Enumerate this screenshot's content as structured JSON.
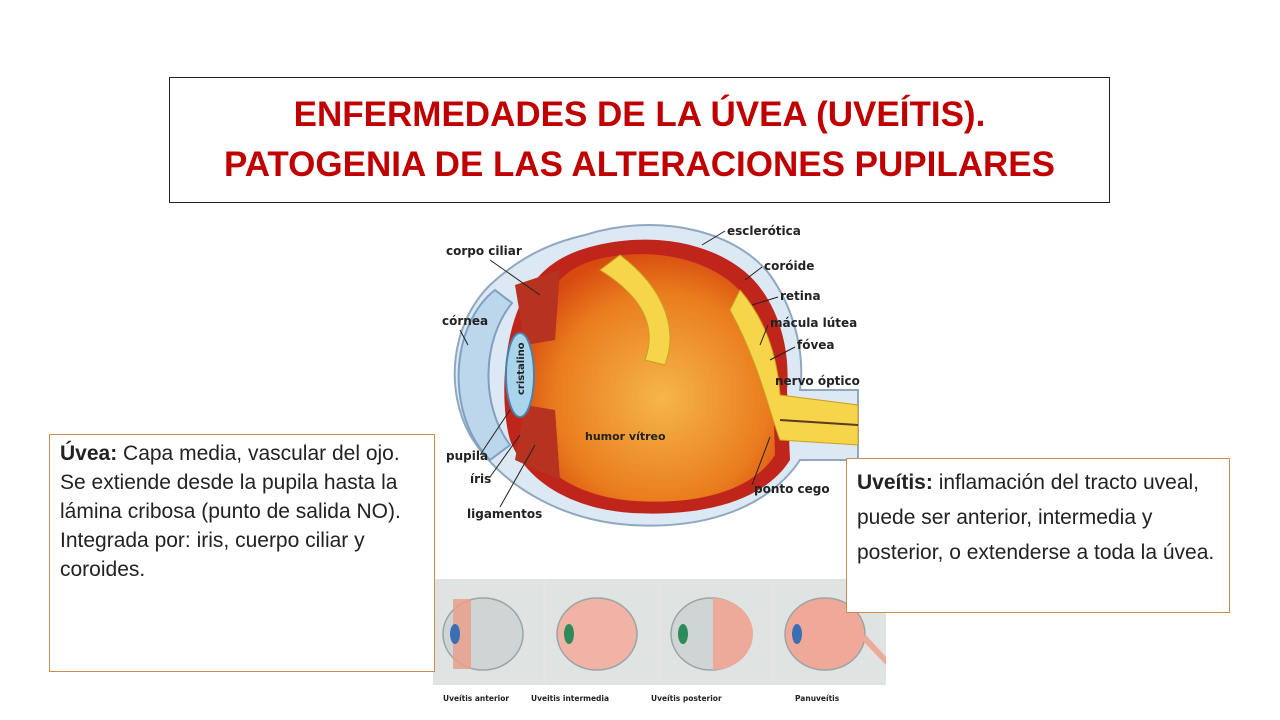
{
  "title": {
    "line1": "ENFERMEDADES DE LA ÚVEA (UVEÍTIS).",
    "line2": "PATOGENIA DE LAS ALTERACIONES PUPILARES"
  },
  "left_box": {
    "term": "Úvea:",
    "text": " Capa media, vascular del ojo. Se extiende desde la pupila hasta la lámina cribosa (punto de salida NO). Integrada por: iris, cuerpo ciliar y coroides."
  },
  "right_box": {
    "term": "Uveítis:",
    "text": " inflamación del tracto uveal, puede ser anterior, intermedia y posterior, o extenderse a toda la úvea."
  },
  "eye_diagram": {
    "labels": {
      "corpo_ciliar": "corpo ciliar",
      "cornea": "córnea",
      "cristalino": "cristalino",
      "pupila": "pupila",
      "iris": "íris",
      "ligamentos": "ligamentos",
      "esclerotica": "esclerótica",
      "coroide": "coróide",
      "retina": "retina",
      "macula": "mácula lútea",
      "fovea": "fóvea",
      "nervo": "nervo óptico",
      "humor": "humor vítreo",
      "ponto": "ponto cego"
    }
  },
  "uveitis_types": [
    {
      "label": "Uveítis anterior"
    },
    {
      "label": "Uveitis intermedia"
    },
    {
      "label": "Uveítis posterior"
    },
    {
      "label": "Panuveítis"
    }
  ],
  "colors": {
    "title": "#c00000",
    "box_border": "#c98d4f"
  }
}
